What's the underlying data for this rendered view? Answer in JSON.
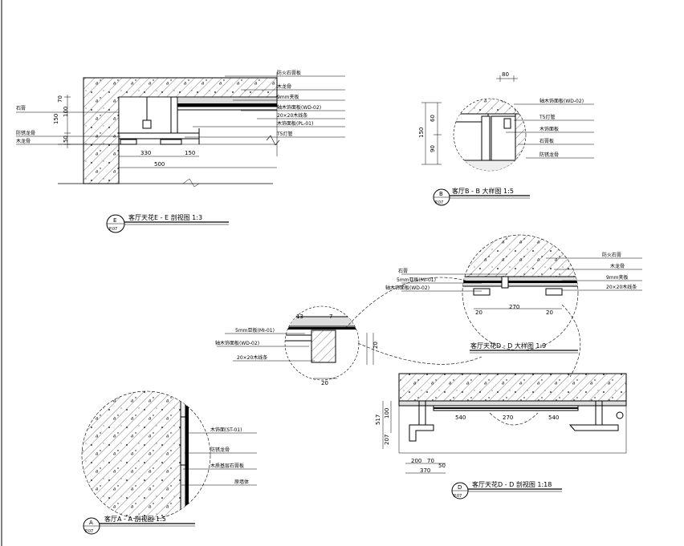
{
  "section_e": {
    "title": "客厅天花E - E 剖视图  1:3",
    "bubble_top": "E",
    "bubble_bottom": "P.07",
    "labels": [
      "防火石膏板",
      "木龙骨",
      "9mm夹板",
      "轴木饰面板(WD-02)",
      "20×20木线条",
      "木饰面板(PL-01)",
      "T5灯管"
    ],
    "left_labels": [
      "石膏",
      "防锈龙骨",
      "木龙骨"
    ],
    "dims": [
      "70",
      "100",
      "150",
      "50",
      "330",
      "150",
      "500"
    ]
  },
  "section_b": {
    "title": "客厅B - B 大样图  1:5",
    "bubble_top": "B",
    "bubble_bottom": "P.07",
    "labels": [
      "轴木饰面板(WD-02)",
      "T5灯管",
      "木饰面板",
      "石膏板",
      "防锈龙骨"
    ],
    "dims": [
      "80",
      "60",
      "150",
      "90"
    ]
  },
  "section_d_detail": {
    "title": "客厅天花D - D 大样图  1:9",
    "labels": [
      "防火石膏",
      "木龙骨",
      "9mm夹板",
      "20×20木线条",
      "石膏",
      "5mm亚板(MI-01)",
      "轴木饰面板(WD-02)"
    ],
    "dims": [
      "20",
      "270",
      "20"
    ]
  },
  "section_c_detail": {
    "labels": [
      "5mm亚板(MI-01)",
      "轴木饰面板(WD-02)",
      "20×20木线条"
    ],
    "dims": [
      "13",
      "7",
      "20",
      "20"
    ]
  },
  "section_d": {
    "title": "客厅天花D - D 剖视图  1:18",
    "bubble_top": "D",
    "bubble_bottom": "P.07",
    "dims": [
      "540",
      "270",
      "540",
      "517",
      "100",
      "207",
      "200",
      "70",
      "50",
      "370"
    ]
  },
  "section_a": {
    "title": "客厅A - A 剖视图  1:5",
    "bubble_top": "A",
    "bubble_bottom": "P.07",
    "labels": [
      "木饰面(ST-01)",
      "防锈龙骨",
      "木质基层石膏板",
      "原墙体"
    ]
  }
}
